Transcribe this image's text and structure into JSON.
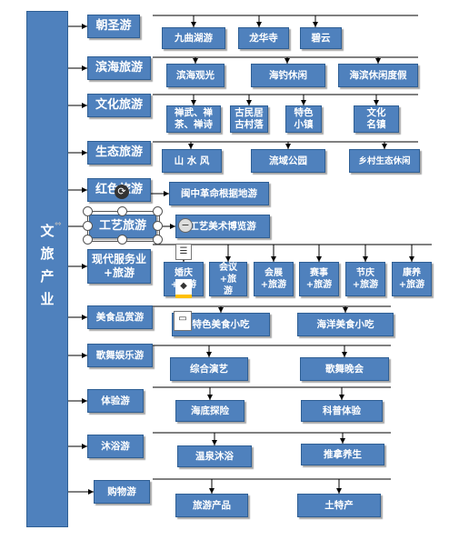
{
  "root": {
    "label": "文旅产业"
  },
  "categories": [
    {
      "label": "朝圣游",
      "children": [
        "九曲湖游",
        "龙华寺",
        "碧云"
      ]
    },
    {
      "label": "滨海旅游",
      "children": [
        "滨海观光",
        "海钓休闲",
        "海滨休闲度假"
      ]
    },
    {
      "label": "文化旅游",
      "children": [
        "禅武、禅茶、禅诗",
        "古民居古村落",
        "特色小镇",
        "文化名镇"
      ]
    },
    {
      "label": "生态旅游",
      "children": [
        "山 水 风",
        "流域公园",
        "乡村生态休闲"
      ]
    },
    {
      "label": "红色旅游",
      "children": [
        "闽中革命根据地游"
      ]
    },
    {
      "label": "工艺旅游",
      "children": [
        "工艺美术博览游"
      ]
    },
    {
      "label": "现代服务业+旅游",
      "children": [
        "婚庆+旅游",
        "会议+旅游",
        "会展+旅游",
        "赛事+旅游",
        "节庆+旅游",
        "康养+旅游"
      ]
    },
    {
      "label": "美食品赏游",
      "children": [
        "特色美食小吃",
        "海洋美食小吃"
      ]
    },
    {
      "label": "歌舞娱乐游",
      "children": [
        "综合演艺",
        "歌舞晚会"
      ]
    },
    {
      "label": "体验游",
      "children": [
        "海底探险",
        "科普体验"
      ]
    },
    {
      "label": "沐浴游",
      "children": [
        "温泉沐浴",
        "推拿养生"
      ]
    },
    {
      "label": "购物游",
      "children": [
        "旅游产品",
        "土特产"
      ]
    }
  ],
  "editor": {
    "rotate_icon": "rotate-icon",
    "layout_icon": "layout-options-icon",
    "fill_icon": "paint-bucket-icon",
    "outline_icon": "shape-outline-icon",
    "move_icon": "move-arrow-icon"
  }
}
